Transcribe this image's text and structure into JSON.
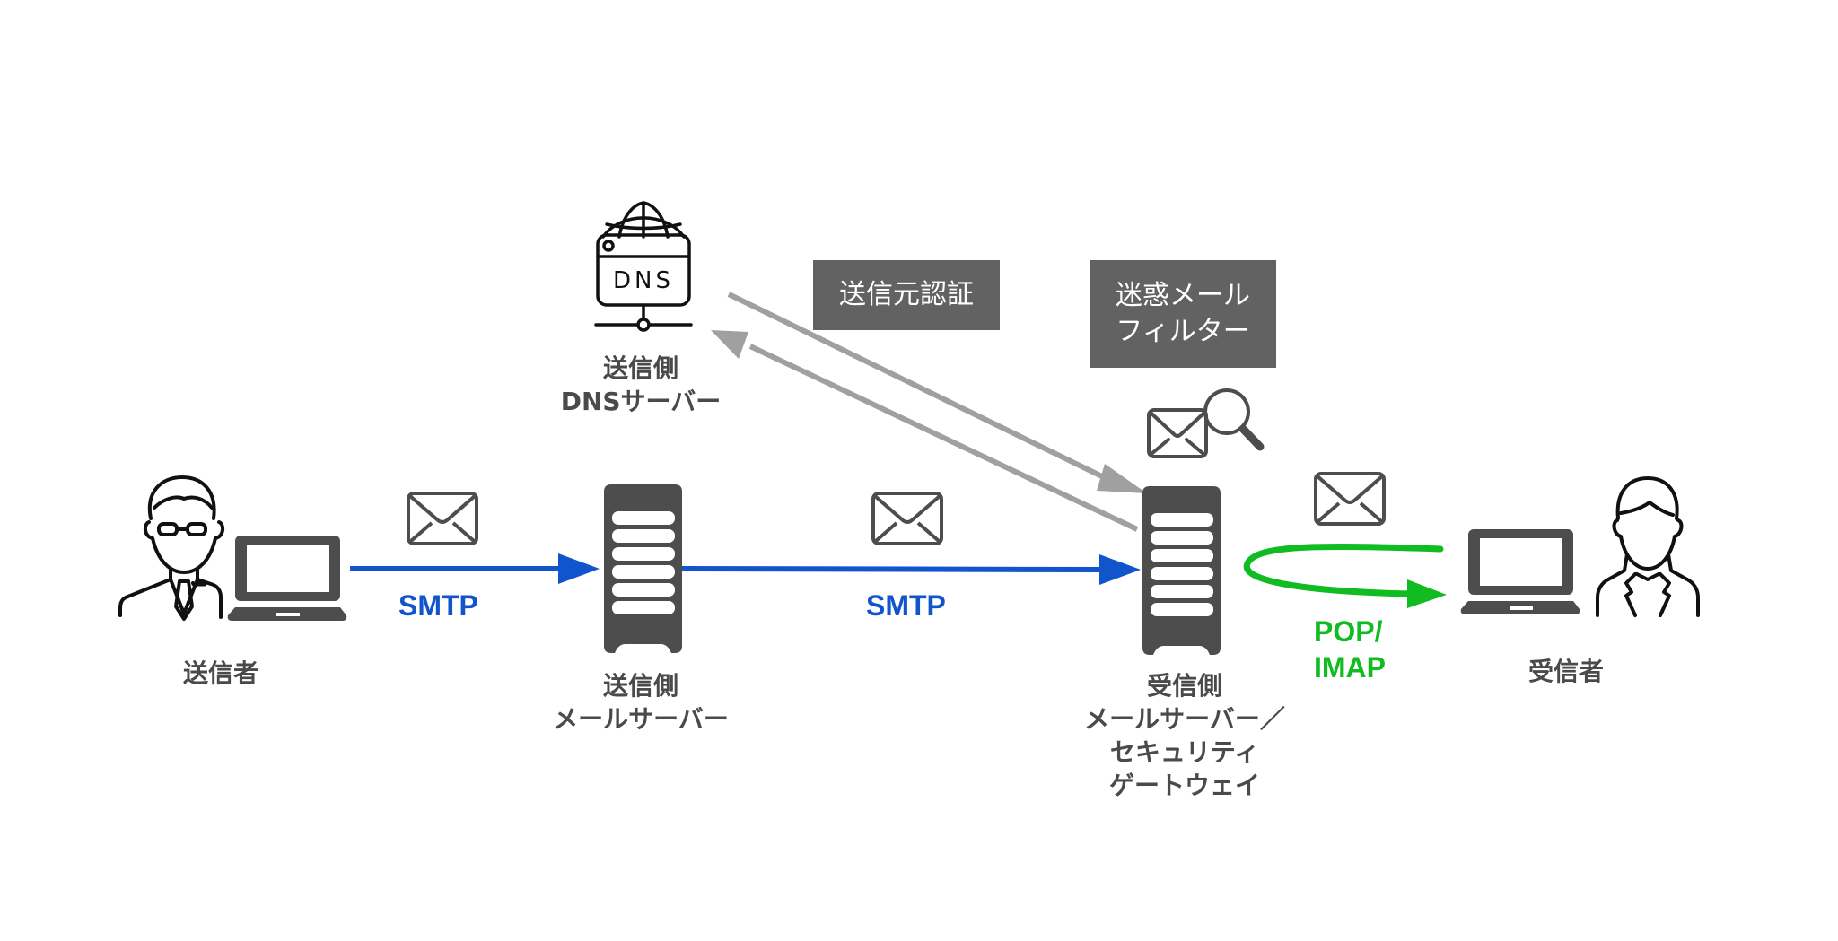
{
  "colors": {
    "smtp": "#1155cc",
    "pop_imap": "#11bb22",
    "gray_arrow": "#a0a0a0",
    "icon_dark": "#4d4d4d",
    "label_box": "#626262",
    "label_text": "#4a4a4a"
  },
  "nodes": {
    "sender": {
      "label": "送信者",
      "icons": [
        "man-with-glasses-icon",
        "laptop-icon"
      ]
    },
    "dns_server": {
      "badge": "DNS",
      "label_line1": "送信側",
      "label_line2": "DNSサーバー",
      "icon": "dns-server-icon"
    },
    "sender_mail_server": {
      "label_line1": "送信側",
      "label_line2": "メールサーバー",
      "icon": "server-rack-icon"
    },
    "receiver_mail_server": {
      "label_line1": "受信側",
      "label_line2": "メールサーバー／",
      "label_line3": "セキュリティ",
      "label_line4": "ゲートウェイ",
      "icon": "server-rack-icon"
    },
    "receiver": {
      "label": "受信者",
      "icons": [
        "laptop-icon",
        "woman-icon"
      ]
    }
  },
  "callouts": {
    "sender_auth": "送信元認証",
    "spam_filter_line1": "迷惑メール",
    "spam_filter_line2": "フィルター"
  },
  "protocols": {
    "smtp_1": "SMTP",
    "smtp_2": "SMTP",
    "pop_imap_line1": "POP/",
    "pop_imap_line2": "IMAP"
  },
  "flows": [
    {
      "from": "sender",
      "to": "sender_mail_server",
      "protocol": "SMTP",
      "color": "blue"
    },
    {
      "from": "sender_mail_server",
      "to": "receiver_mail_server",
      "protocol": "SMTP",
      "color": "blue"
    },
    {
      "from": "receiver_mail_server",
      "to": "dns_server",
      "label": "送信元認証",
      "color": "gray"
    },
    {
      "from": "dns_server",
      "to": "receiver_mail_server",
      "label": "送信元認証",
      "color": "gray"
    },
    {
      "from": "receiver_mail_server",
      "to": "receiver",
      "protocol": "POP/IMAP",
      "color": "green"
    }
  ]
}
